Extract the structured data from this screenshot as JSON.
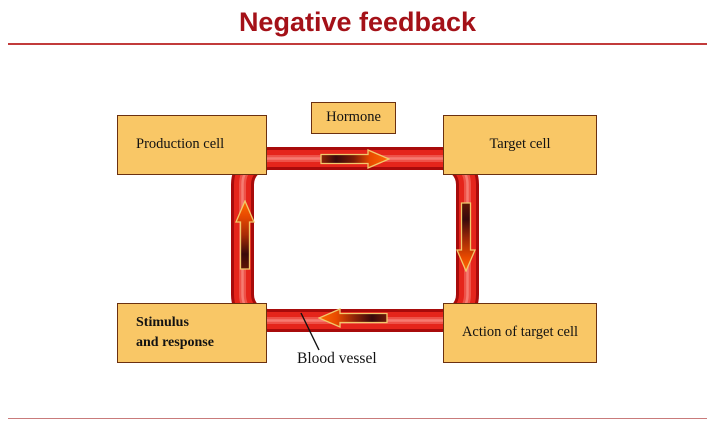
{
  "slide": {
    "title": "Negative feedback",
    "title_color": "#a41118",
    "rule_color": "#c23b3b",
    "footer_rule_color": "#c97b7b",
    "background": "#ffffff"
  },
  "palette": {
    "box_fill": "#f9c766",
    "box_border": "#6b3010",
    "vessel_red_light": "#ef3124",
    "vessel_red_dark": "#b41010",
    "arrow_outline": "#f2c96b",
    "arrow_gradient_light": "#ff4a00",
    "arrow_gradient_dark": "#4a0d07",
    "text_color": "#121212"
  },
  "boxes": {
    "production_cell": "Production cell",
    "target_cell": "Target cell",
    "hormone": "Hormone",
    "stimulus_line1": "Stimulus",
    "stimulus_line2": "and response",
    "action_of_target_cell": "Action of target cell"
  },
  "callout": {
    "blood_vessel": "Blood vessel"
  },
  "flow": {
    "top_arrow_direction": "right",
    "right_arrow_direction": "down",
    "bottom_arrow_direction": "left",
    "left_arrow_direction": "up"
  }
}
